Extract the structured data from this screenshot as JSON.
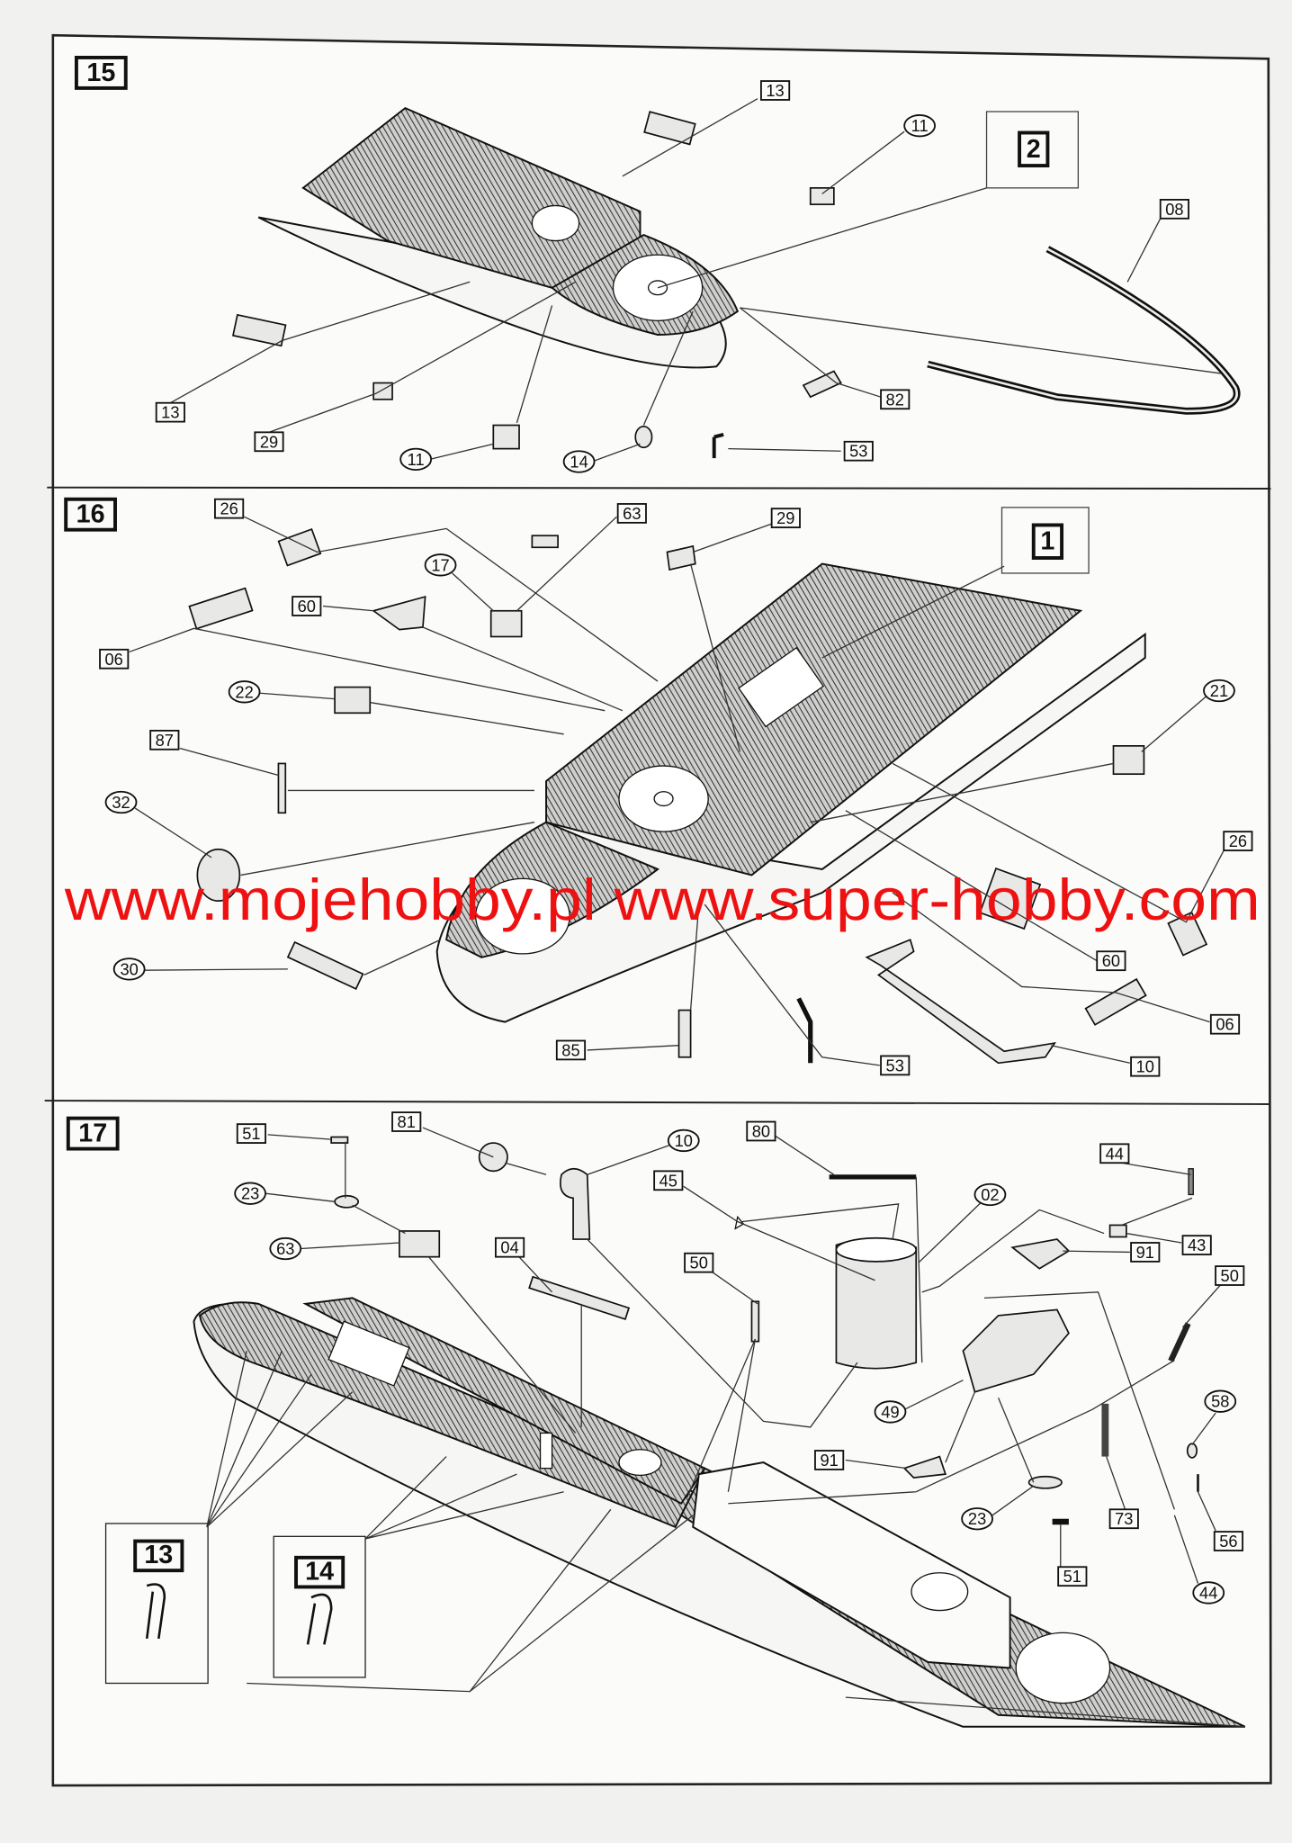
{
  "watermark": "www.mojehobby.pl www.super-hobby.com",
  "steps": [
    {
      "number": "15",
      "subassembly_ref": "2",
      "square_labels": [
        "13",
        "08",
        "13",
        "29",
        "82",
        "53"
      ],
      "circle_labels": [
        "11",
        "11",
        "14"
      ]
    },
    {
      "number": "16",
      "subassembly_ref": "1",
      "square_labels": [
        "26",
        "63",
        "29",
        "60",
        "06",
        "87",
        "26",
        "60",
        "06",
        "10",
        "53",
        "85"
      ],
      "circle_labels": [
        "17",
        "22",
        "21",
        "32",
        "30"
      ]
    },
    {
      "number": "17",
      "square_labels": [
        "51",
        "81",
        "80",
        "45",
        "04",
        "50",
        "44",
        "43",
        "91",
        "50",
        "91",
        "73",
        "51",
        "56"
      ],
      "circle_labels": [
        "10",
        "23",
        "63",
        "02",
        "49",
        "58",
        "23",
        "44"
      ],
      "detail_refs": [
        "13",
        "14"
      ]
    }
  ],
  "colors": {
    "watermark": "#ee1111",
    "ink": "#111111",
    "paper": "#f1f1ef"
  }
}
